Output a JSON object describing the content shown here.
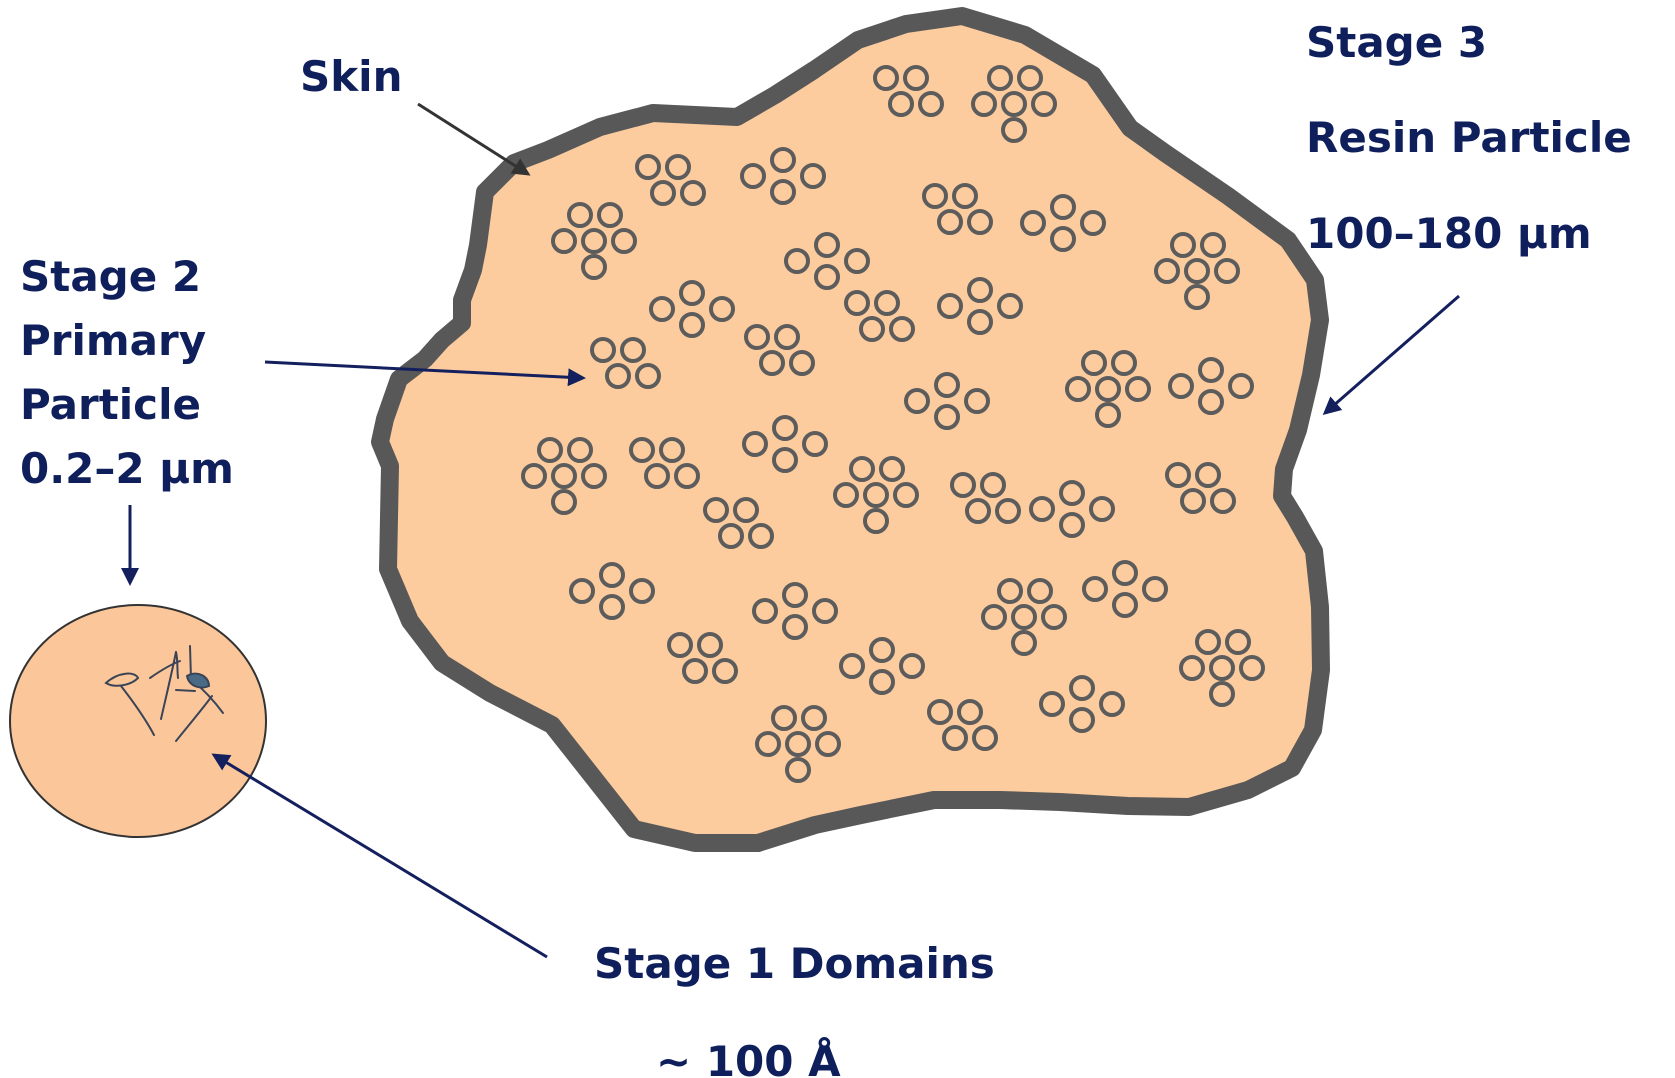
{
  "labels": {
    "skin": "Skin",
    "stage3_title": "Stage 3",
    "stage3_name": "Resin Particle",
    "stage3_size": "100–180 μm",
    "stage2_title": "Stage 2",
    "stage2_name_line1": "Primary",
    "stage2_name_line2": "Particle",
    "stage2_size": "0.2–2 μm",
    "stage1_name": "Stage 1 Domains",
    "stage1_size": "~ 100  Å"
  },
  "colors": {
    "label_text": "#0f1f5c",
    "resin_fill": "#fdcc9e",
    "skin_outline": "#585858",
    "primary_circle_fill": "#fbc79a",
    "primary_circle_stroke": "#333333",
    "domain_chains": "#3b4456",
    "arrow_navy": "#14205e",
    "arrow_dark": "#333333"
  }
}
